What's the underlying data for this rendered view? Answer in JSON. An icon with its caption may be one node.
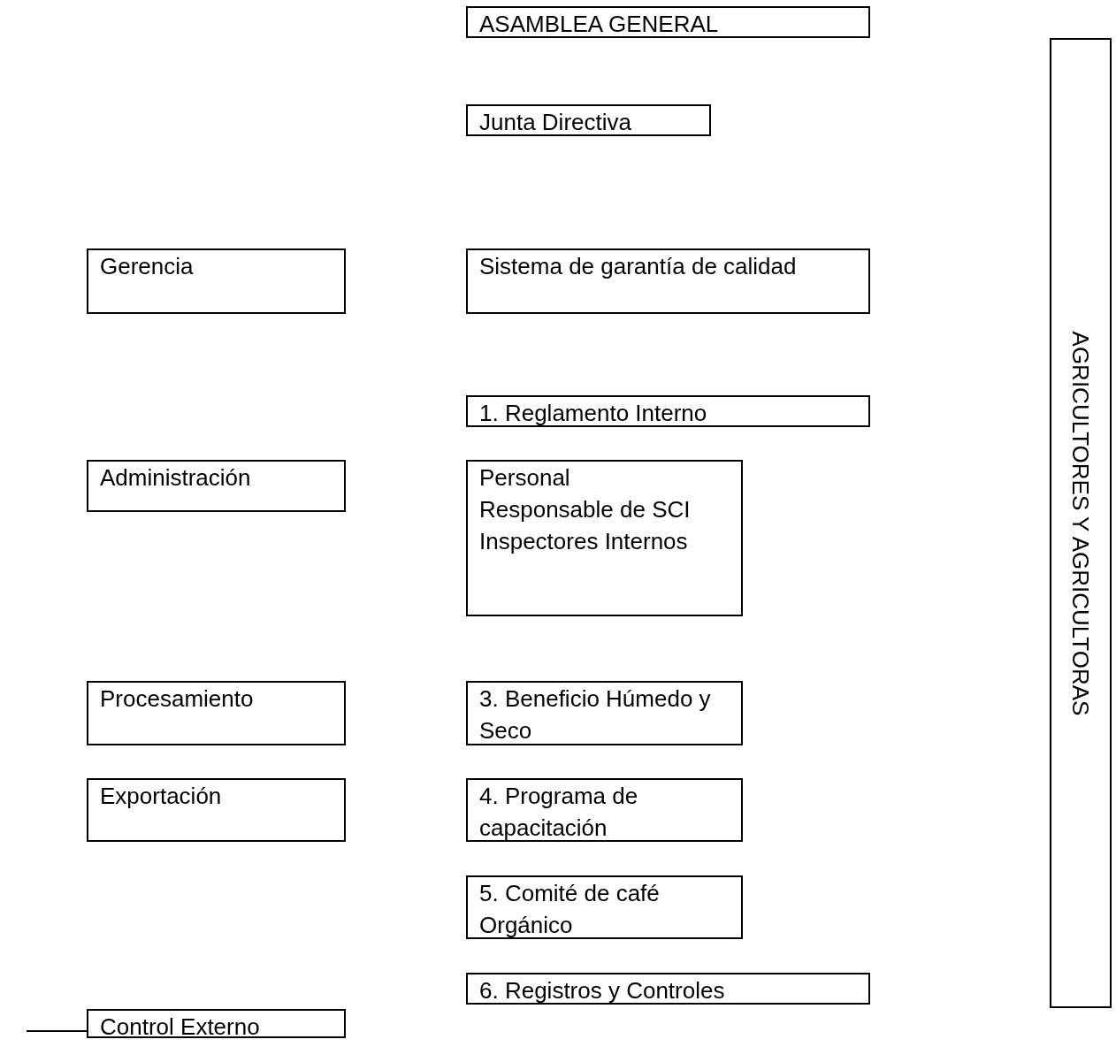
{
  "diagram": {
    "nodes": [
      {
        "text": [
          "ASAMBLEA GENERAL"
        ]
      },
      {
        "text": [
          "Junta Directiva"
        ]
      },
      {
        "text": [
          "Gerencia"
        ]
      },
      {
        "text": [
          "Sistema de garantía de calidad"
        ]
      },
      {
        "text": [
          "1. Reglamento Interno"
        ]
      },
      {
        "text": [
          "Administración"
        ]
      },
      {
        "text": [
          "Personal Responsable de SCI",
          "Inspectores Internos"
        ]
      },
      {
        "text": [
          "Procesamiento"
        ]
      },
      {
        "text": [
          "3. Beneficio Húmedo y Seco"
        ]
      },
      {
        "text": [
          "Exportación"
        ]
      },
      {
        "text": [
          "4. Programa de capacitación"
        ]
      },
      {
        "text": [
          "5. Comité de café Orgánico"
        ]
      },
      {
        "text": [
          "6. Registros y Controles"
        ]
      },
      {
        "text": [
          "Control Externo"
        ]
      },
      {
        "text": [
          "AGRICULTORES Y AGRICULTORAS"
        ]
      }
    ],
    "edges": [
      {
        "from": null,
        "to": 13,
        "arrow": "none"
      }
    ]
  }
}
